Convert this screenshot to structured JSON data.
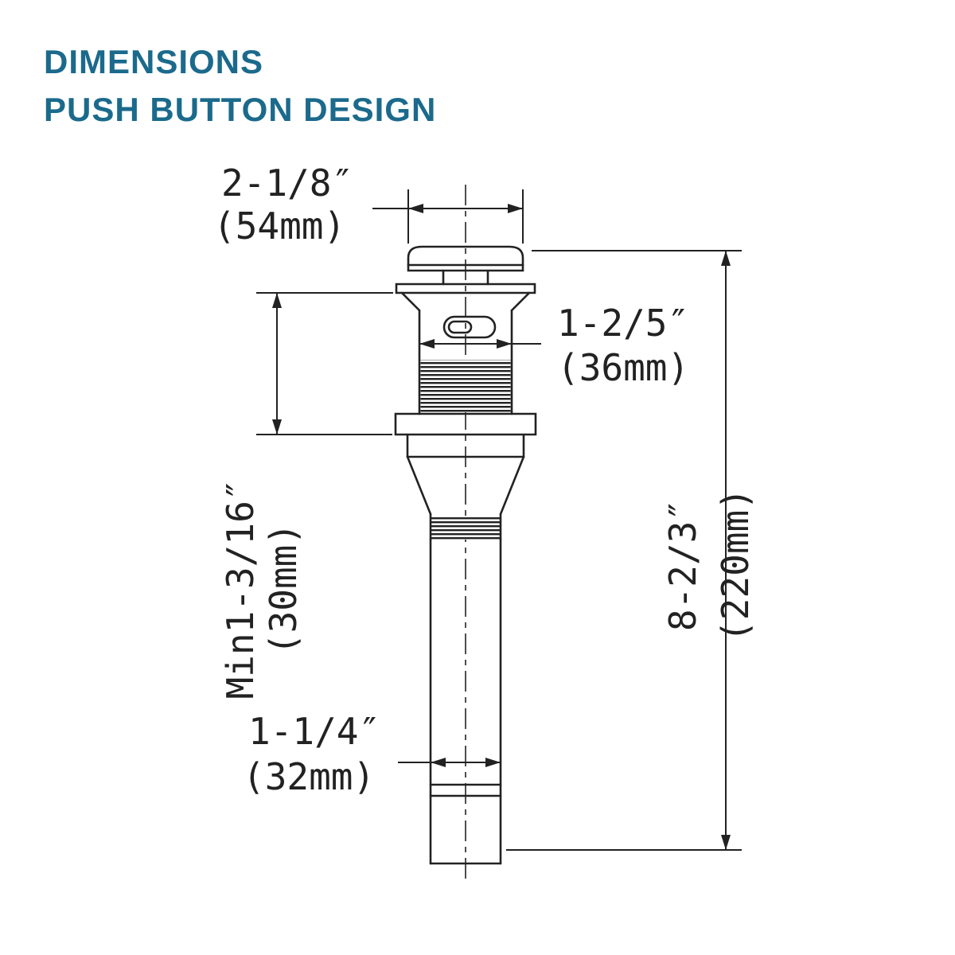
{
  "title": {
    "line1": "DIMENSIONS",
    "line2": "PUSH BUTTON DESIGN"
  },
  "colors": {
    "accent": "#1b6a8c",
    "line": "#222222"
  },
  "diagram": {
    "type": "technical-dimension-drawing",
    "subject": "push button pop-up sink drain",
    "dimensions": {
      "cap_width": {
        "value": "2-1/8″",
        "metric": "(54mm)"
      },
      "body_width": {
        "value": "1-2/5″",
        "metric": "(36mm)"
      },
      "upper_height": {
        "value": "Min1-3/16″",
        "metric": "(30mm)"
      },
      "tail_width": {
        "value": "1-1/4″",
        "metric": "(32mm)"
      },
      "total_height": {
        "value": "8-2/3″",
        "metric": "(220mm)"
      }
    }
  }
}
